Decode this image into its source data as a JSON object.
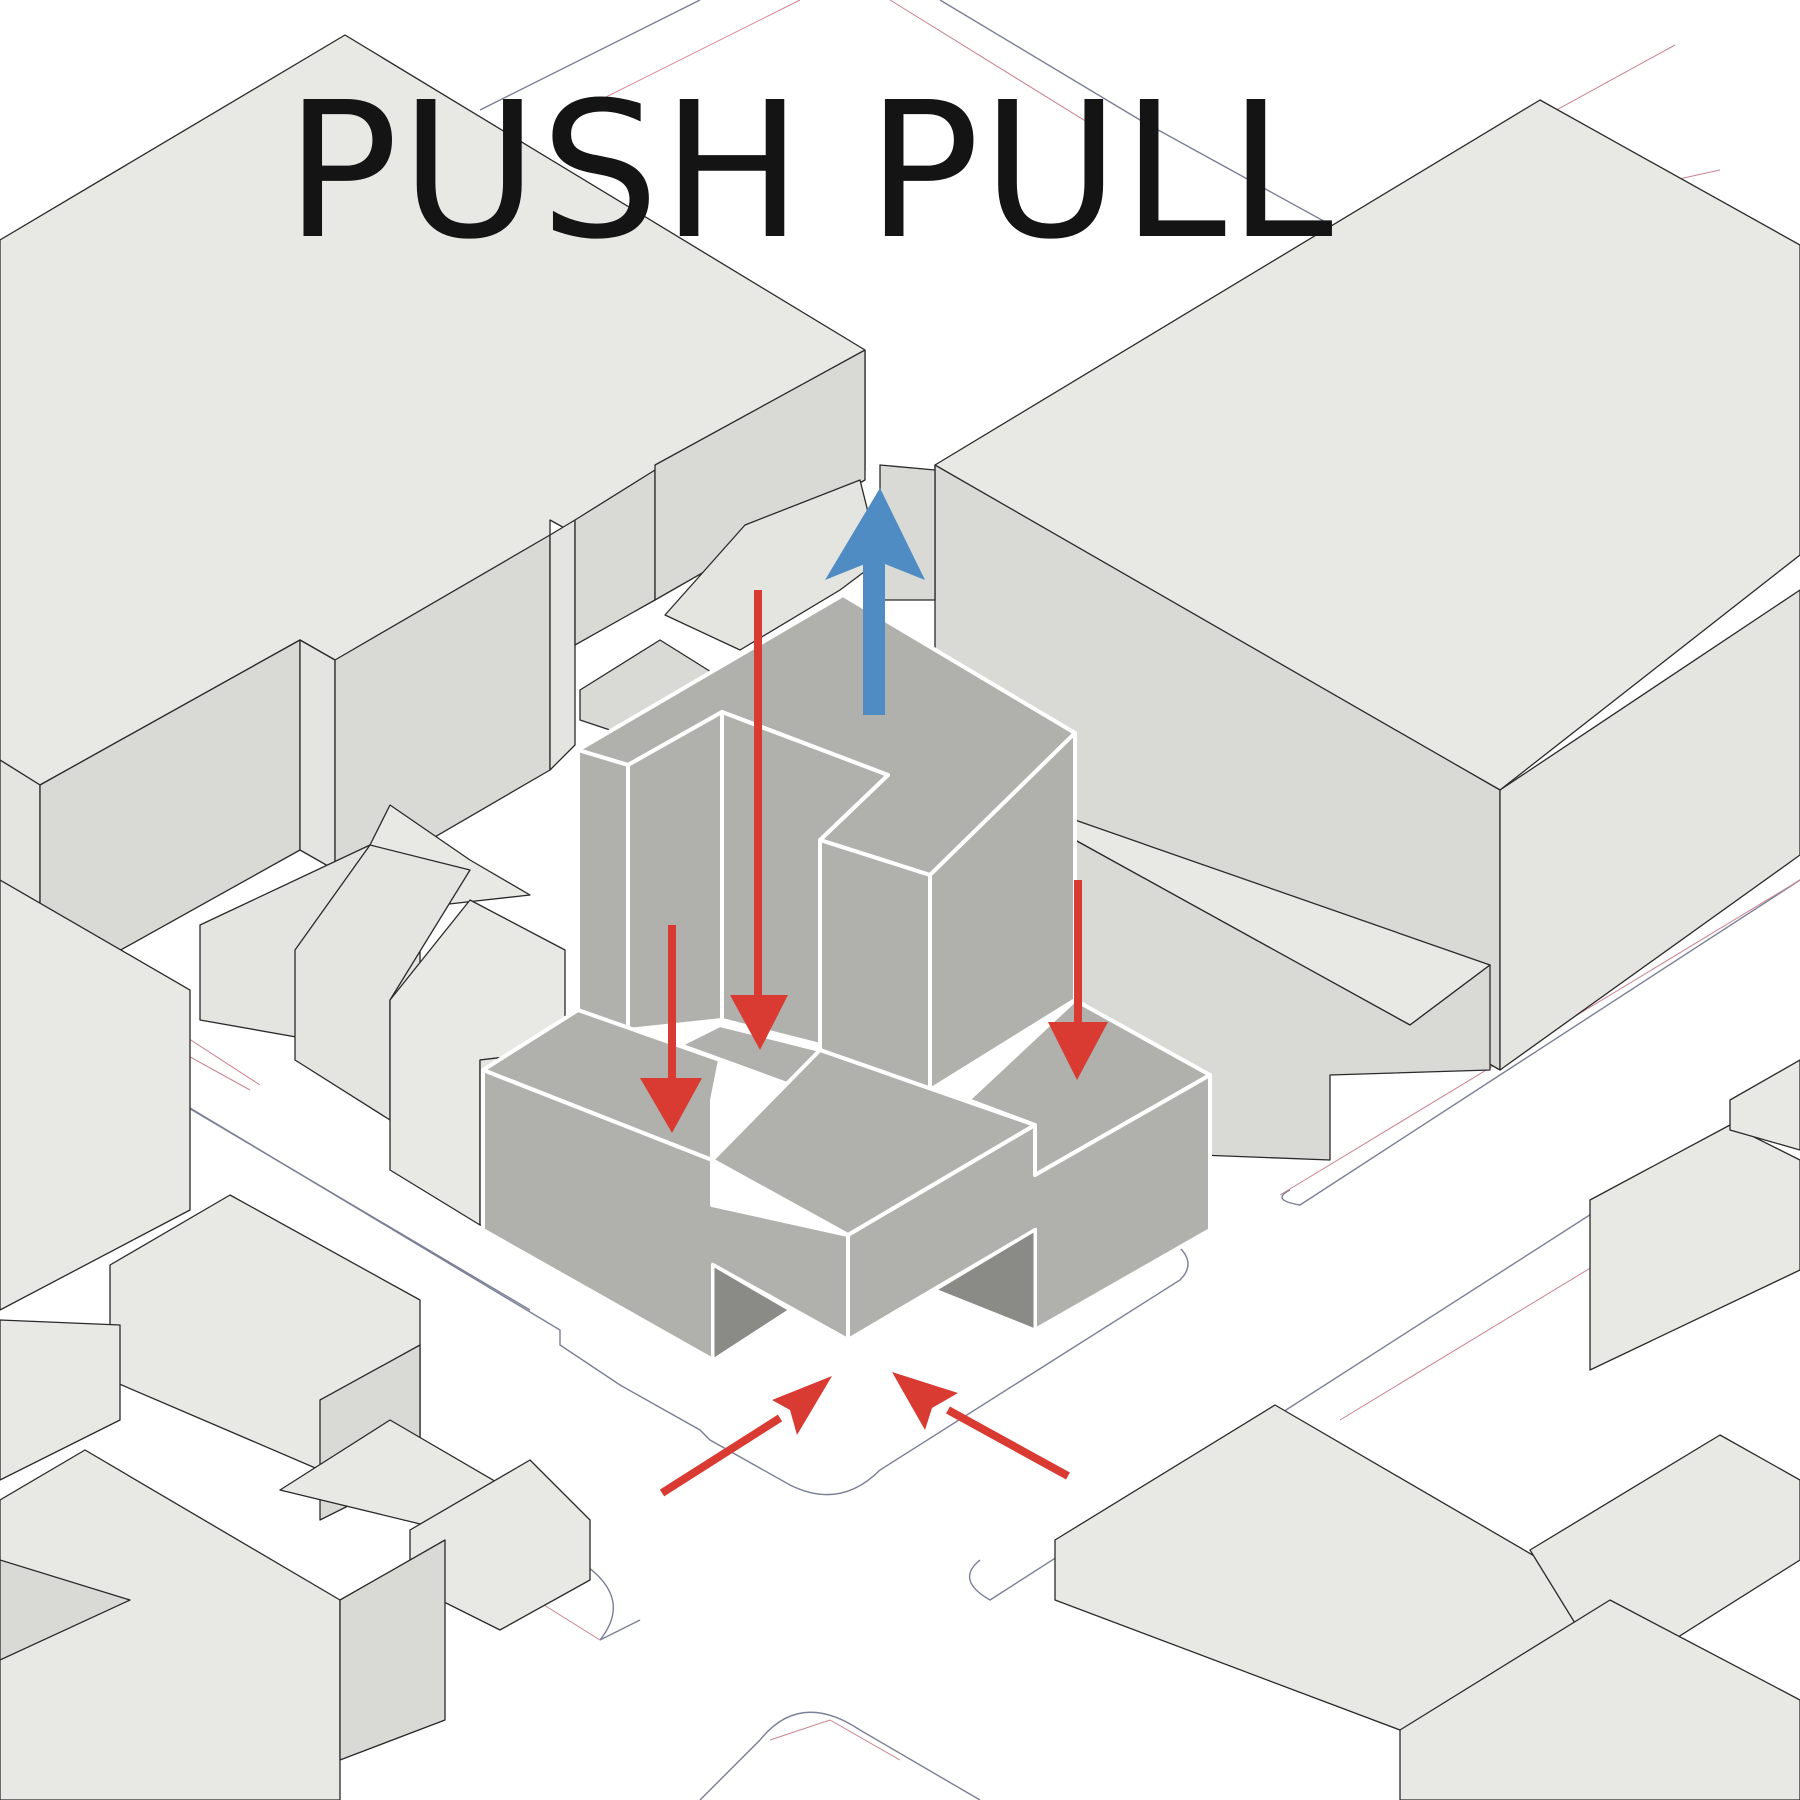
{
  "title": "PUSH PULL",
  "colors": {
    "push_arrow": "#d93a32",
    "pull_arrow": "#4f8cc3",
    "site_massing": "#b0b0ad",
    "context_buildings": "#e4e5e1"
  },
  "arrows": [
    {
      "kind": "pull",
      "direction": "up"
    },
    {
      "kind": "push",
      "direction": "down"
    },
    {
      "kind": "push",
      "direction": "down"
    },
    {
      "kind": "push",
      "direction": "down"
    },
    {
      "kind": "push",
      "direction": "inward"
    },
    {
      "kind": "push",
      "direction": "inward"
    }
  ]
}
